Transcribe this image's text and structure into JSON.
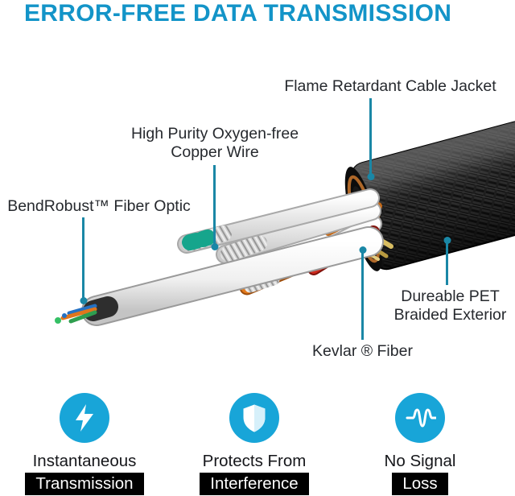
{
  "title": "ERROR-FREE DATA TRANSMISSION",
  "colors": {
    "accent": "#1394c8",
    "callout": "#1a87a6",
    "icon-blue": "#18a5d8"
  },
  "callouts": [
    {
      "label": "Flame Retardant Cable Jacket"
    },
    {
      "label": "High Purity Oxygen-free Copper Wire"
    },
    {
      "label": "BendRobust™ Fiber Optic"
    },
    {
      "label": "Dureable PET Braided Exterior"
    },
    {
      "label": "Kevlar ® Fiber"
    }
  ],
  "features": [
    {
      "icon": "lightning-icon",
      "line1": "Instantaneous",
      "line2": "Transmission"
    },
    {
      "icon": "shield-icon",
      "line1": "Protects From",
      "line2": "Interference"
    },
    {
      "icon": "signal-wave-icon",
      "line1": "No Signal",
      "line2": "Loss"
    }
  ]
}
